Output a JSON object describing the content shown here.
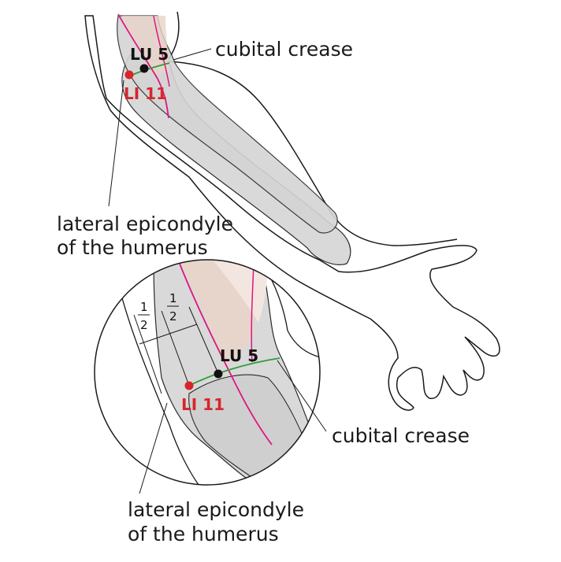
{
  "points": {
    "lu5": "LU 5",
    "li11": "LI 11"
  },
  "labels": {
    "cubital_crease": "cubital crease",
    "lateral_epicondyle_line1": "lateral epicondyle",
    "lateral_epicondyle_line2": "of the humerus"
  },
  "inset": {
    "fraction_numerator": "1",
    "fraction_denominator": "2"
  },
  "colors": {
    "acupoint_li": "#d6262b",
    "acupoint_lu": "#111111",
    "lung_meridian": "#e0157f",
    "crease_line": "#2e9e3a",
    "bone_fill": "#d9d9d9",
    "muscle_fill": "#e9d3c9"
  }
}
